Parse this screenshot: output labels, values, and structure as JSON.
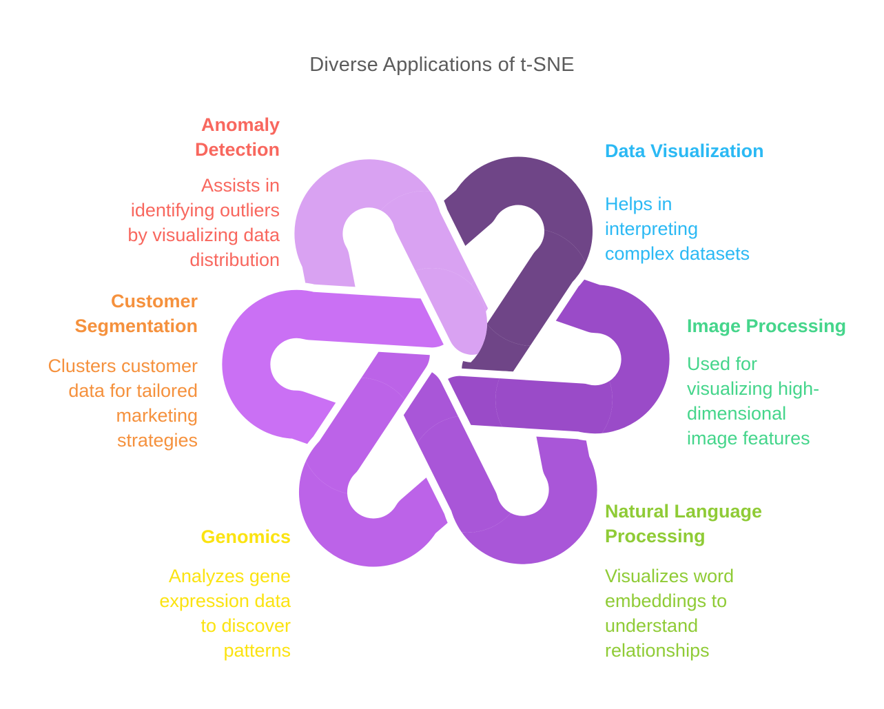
{
  "title": {
    "text": "Diverse Applications of t-SNE",
    "color": "#5B5B5B"
  },
  "knot": {
    "gap_color": "#FFFFFF",
    "loops": [
      {
        "name": "anomaly-detection",
        "color": "#D9A2F2"
      },
      {
        "name": "data-visualization",
        "color": "#6F4587"
      },
      {
        "name": "image-processing",
        "color": "#9A4BC8"
      },
      {
        "name": "natural-language-processing",
        "color": "#A956D8"
      },
      {
        "name": "genomics",
        "color": "#BC63E8"
      },
      {
        "name": "customer-segmentation",
        "color": "#CA70F4"
      }
    ]
  },
  "sections": [
    {
      "id": "anomaly-detection",
      "color": "#F8675E",
      "heading": "Anomaly\nDetection",
      "body": "Assists in\nidentifying outliers\nby visualizing data\ndistribution"
    },
    {
      "id": "data-visualization",
      "color": "#2BB9F4",
      "heading": "Data Visualization",
      "body": "Helps in\ninterpreting\ncomplex datasets"
    },
    {
      "id": "image-processing",
      "color": "#45D58B",
      "heading": "Image Processing",
      "body": "Used for\nvisualizing high-\ndimensional\nimage features"
    },
    {
      "id": "natural-language-processing",
      "color": "#8FCB36",
      "heading": "Natural Language\nProcessing",
      "body": "Visualizes word\nembeddings to\nunderstand\nrelationships"
    },
    {
      "id": "genomics",
      "color": "#FBE311",
      "heading": "Genomics",
      "body": "Analyzes gene\nexpression data\nto discover\npatterns"
    },
    {
      "id": "customer-segmentation",
      "color": "#F5913D",
      "heading": "Customer\nSegmentation",
      "body": "Clusters customer\ndata for tailored\nmarketing\nstrategies"
    }
  ]
}
